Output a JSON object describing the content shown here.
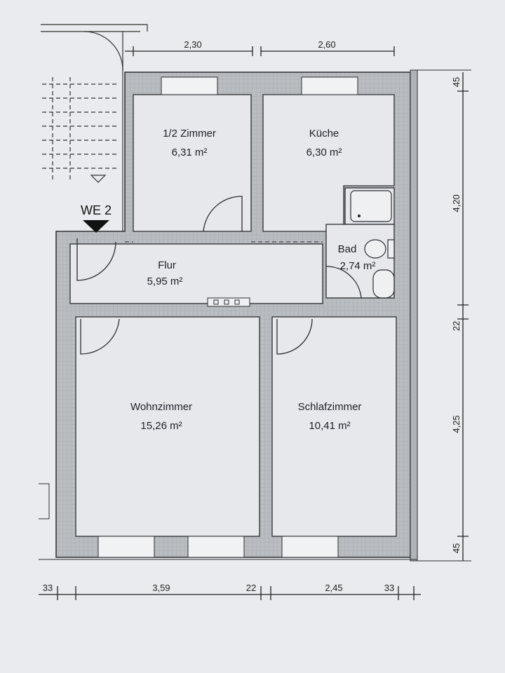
{
  "plan": {
    "unit_label": "WE 2",
    "rooms": [
      {
        "name": "1/2 Zimmer",
        "area": "6,31 m²"
      },
      {
        "name": "Küche",
        "area": "6,30 m²"
      },
      {
        "name": "Bad",
        "area": "2,74 m²"
      },
      {
        "name": "Flur",
        "area": "5,95 m²"
      },
      {
        "name": "Wohnzimmer",
        "area": "15,26 m²"
      },
      {
        "name": "Schlafzimmer",
        "area": "10,41 m²"
      }
    ],
    "dimensions_top": [
      "2,30",
      "2,60"
    ],
    "dimensions_bottom": [
      "33",
      "3,59",
      "22",
      "2,45",
      "33"
    ],
    "dimensions_right": [
      "45",
      "4,20",
      "22",
      "4,25",
      "45"
    ]
  },
  "colors": {
    "wall": "#b9bcc0",
    "paper": "#e9ebee",
    "line": "#2a2d31"
  }
}
